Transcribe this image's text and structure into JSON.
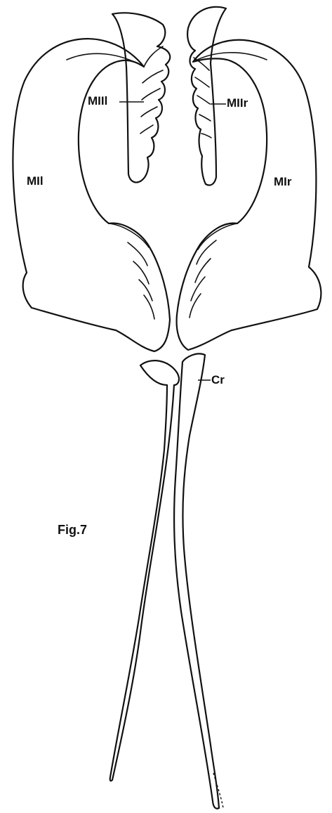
{
  "figure": {
    "caption": "Fig.7",
    "labels": {
      "mil": "MIl",
      "mir": "MIr",
      "miil": "MIIl",
      "miir": "MIIr",
      "cr": "Cr"
    }
  }
}
